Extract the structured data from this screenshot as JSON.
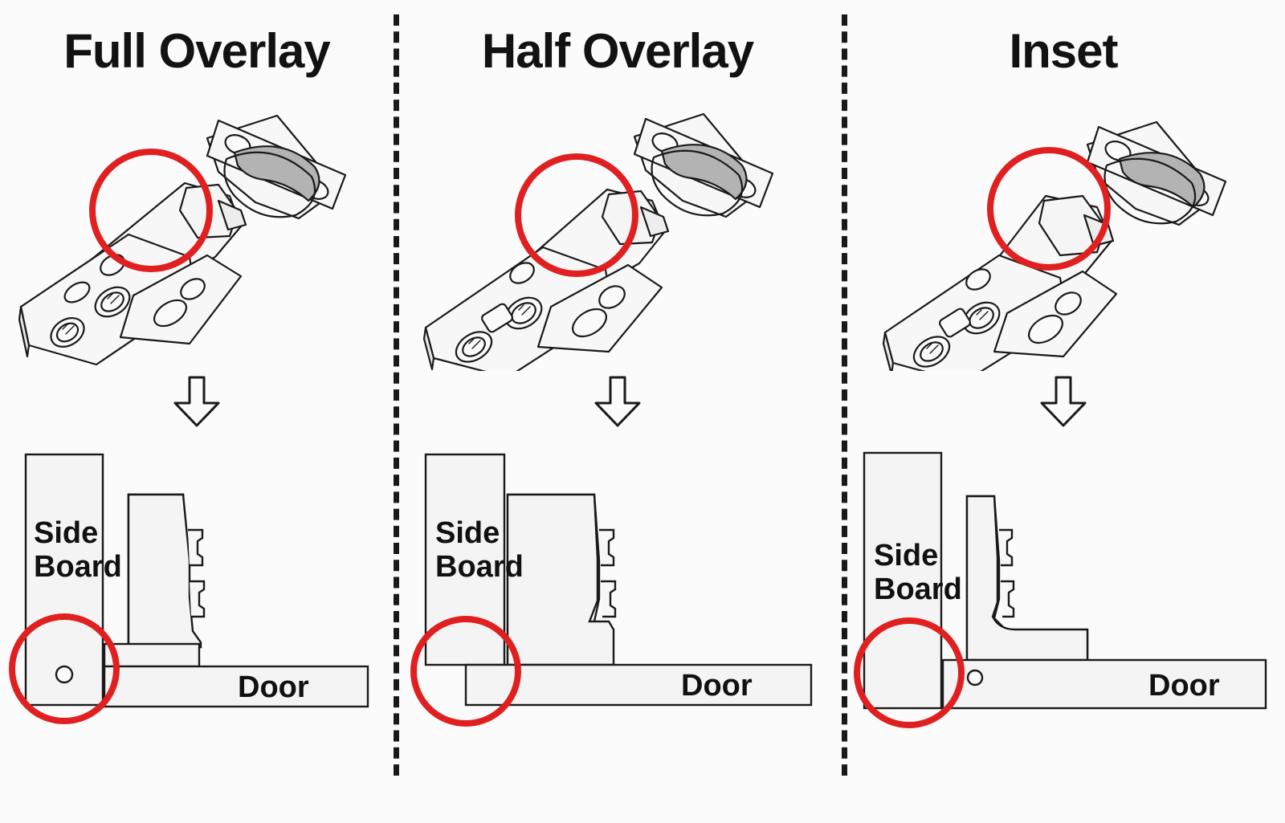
{
  "diagram": {
    "title_visible": false,
    "background_color": "#fbfbfb",
    "highlight_color": "#e02020",
    "outline_color": "#1a1a1a",
    "fill_color": "#f4f4f4",
    "shadow_fill": "#b0b0b0",
    "divider_style": "dashed-vertical"
  },
  "panels": [
    {
      "id": "full-overlay",
      "title": "Full Overlay",
      "hinge_label": "hinge-illustration-full-overlay",
      "arrow_label": "down-arrow",
      "section": {
        "side_board_label": "Side Board",
        "side_board_line1": "Side",
        "side_board_line2": "Board",
        "door_label": "Door",
        "highlight": "door-fully-covers-side-board-edge",
        "screw_hole_visible": true
      }
    },
    {
      "id": "half-overlay",
      "title": "Half Overlay",
      "hinge_label": "hinge-illustration-half-overlay",
      "arrow_label": "down-arrow",
      "section": {
        "side_board_label": "Side Board",
        "side_board_line1": "Side",
        "side_board_line2": "Board",
        "door_label": "Door",
        "highlight": "door-covers-half-of-side-board-edge",
        "screw_hole_visible": false
      }
    },
    {
      "id": "inset",
      "title": "Inset",
      "hinge_label": "hinge-illustration-inset",
      "arrow_label": "down-arrow",
      "section": {
        "side_board_label": "Side Board",
        "side_board_line1": "Side",
        "side_board_line2": "Board",
        "door_label": "Door",
        "highlight": "door-sits-flush-inside-opening",
        "screw_hole_visible": true
      }
    }
  ]
}
